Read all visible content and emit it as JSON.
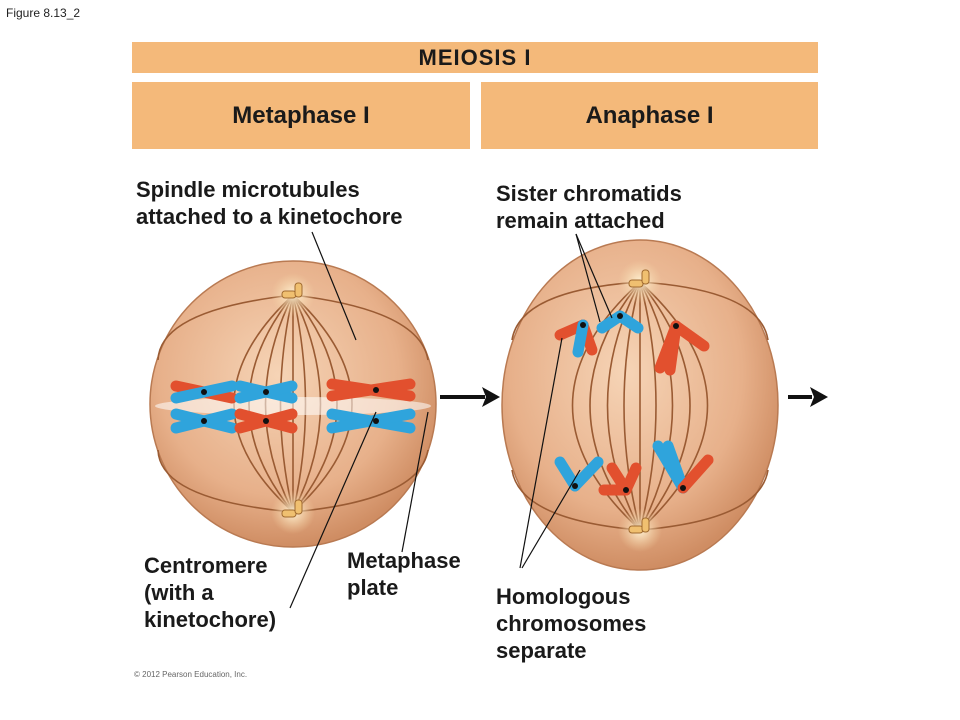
{
  "figure_label": "Figure 8.13_2",
  "banner_title": "MEIOSIS I",
  "phases": {
    "metaphase": "Metaphase I",
    "anaphase": "Anaphase I"
  },
  "labels": {
    "spindle": [
      "Spindle microtubules",
      "attached to a kinetochore"
    ],
    "sister": [
      "Sister chromatids",
      "remain attached"
    ],
    "centromere": [
      "Centromere",
      "(with a",
      "kinetochore)"
    ],
    "plate": [
      "Metaphase",
      "plate"
    ],
    "homologous": [
      "Homologous",
      "chromosomes",
      "separate"
    ]
  },
  "copyright": "© 2012 Pearson Education, Inc.",
  "colors": {
    "banner": "#f4b97a",
    "cell": "#e9b48f",
    "spindle": "#a8663a",
    "chromosome_red": "#e2502e",
    "chromosome_blue": "#2fa4dc",
    "centrosome": "#f2d08a"
  }
}
